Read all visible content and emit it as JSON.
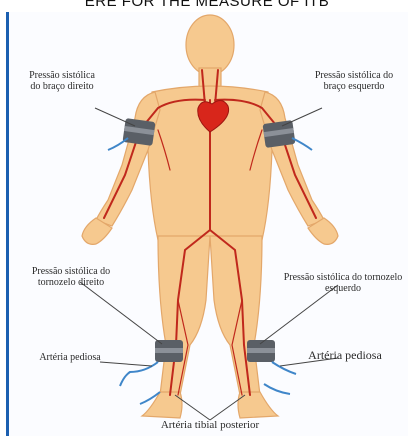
{
  "top_caption": "ERE FOR THE MEASURE OF ITB",
  "labels": {
    "right_arm": "Pressão sistólica do braço direito",
    "left_arm": "Pressão sistólica do braço esquerdo",
    "right_ankle": "Pressão sistólica do tornozelo direito",
    "left_ankle": "Pressão sistólica do tornozelo esquerdo",
    "pedal_right": "Artéria pediosa",
    "pedal_left": "Artéria pediosa",
    "posterior_tibial": "Artéria tibial posterior"
  },
  "colors": {
    "skin": "#f6c98f",
    "skin_edge": "#e3a76a",
    "artery": "#c0281c",
    "cuff": "#5a5f66",
    "cuff_band": "#8b9098",
    "tube": "#3f86c9",
    "frame": "#1b5fb0"
  }
}
